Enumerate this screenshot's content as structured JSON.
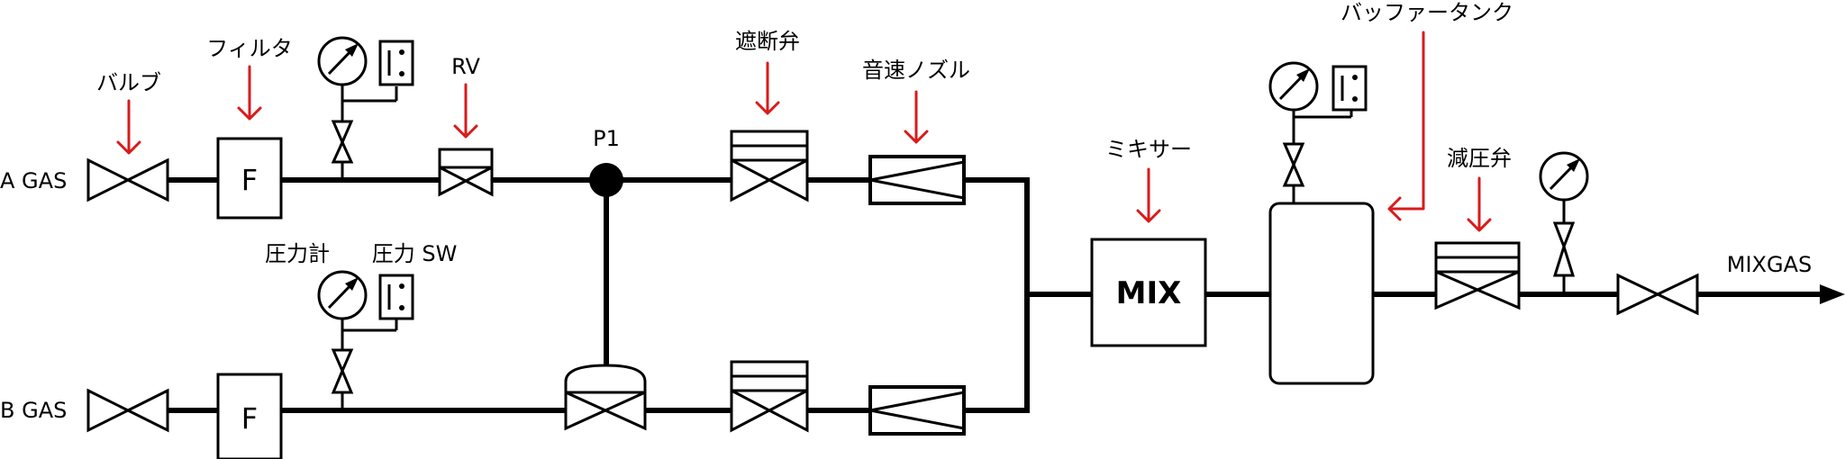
{
  "labels": {
    "a_gas": "A GAS",
    "b_gas": "B GAS",
    "valve": "バルブ",
    "filter": "フィルタ",
    "rv": "RV",
    "shutoff": "遮断弁",
    "nozzle": "音速ノズル",
    "p1": "P1",
    "mixer": "ミキサー",
    "buffer": "バッファータンク",
    "pressure_gauge": "圧力計",
    "pressure_sw": "圧力 SW",
    "reducing_valve": "減圧弁",
    "mixgas": "MIXGAS",
    "filter_letter_a": "F",
    "filter_letter_b": "F",
    "mix_box": "MIX"
  },
  "colors": {
    "line": "#000000",
    "callout": "#d81b1b"
  }
}
